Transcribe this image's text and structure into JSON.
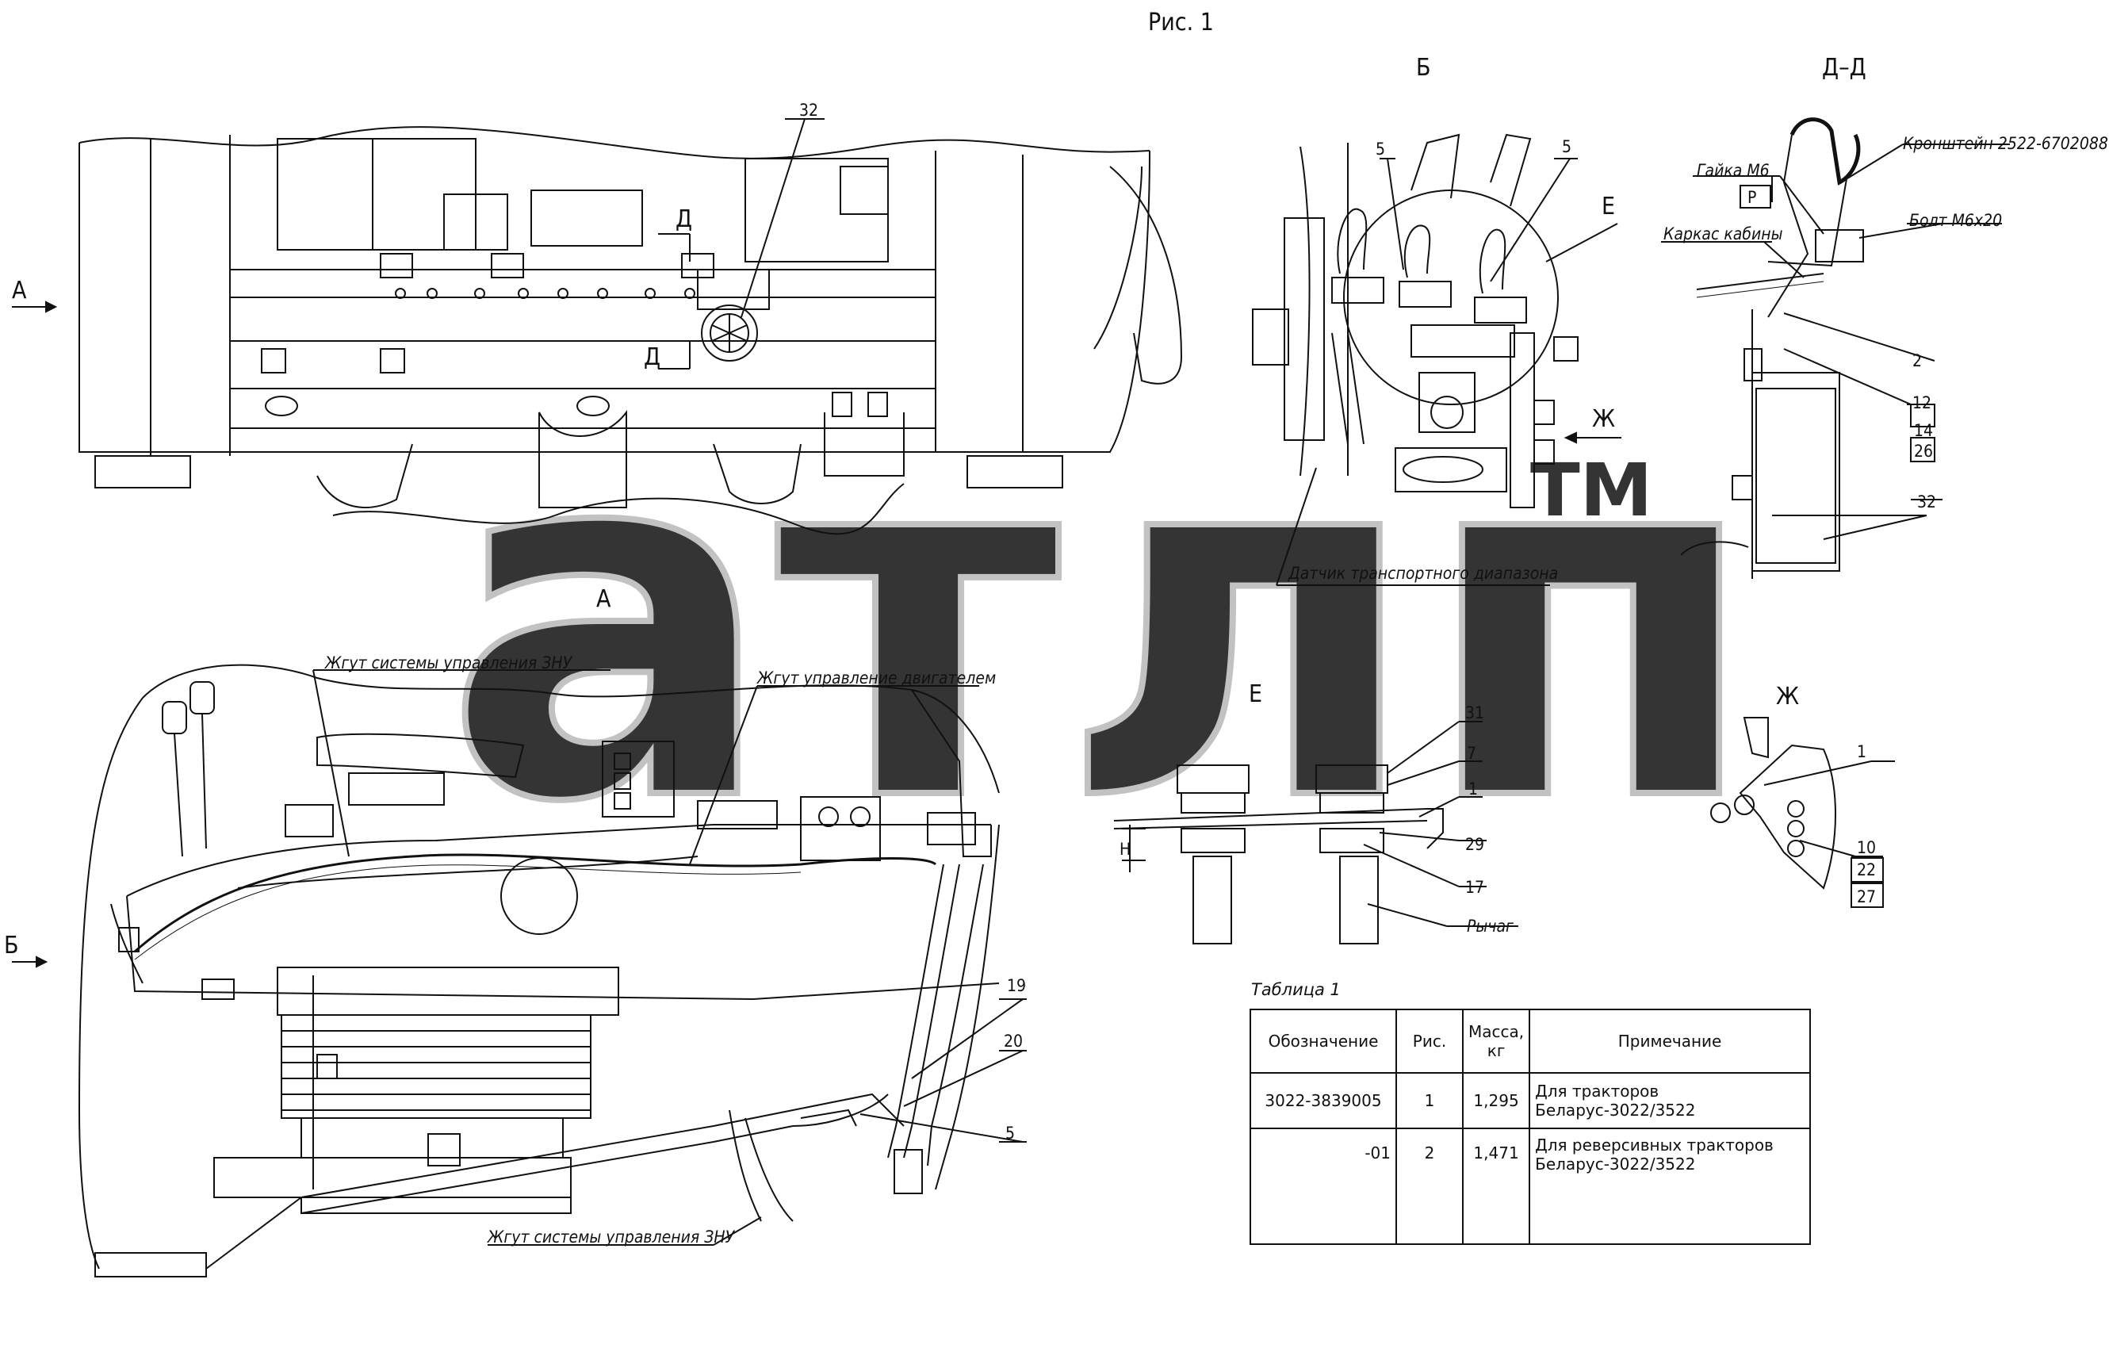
{
  "figure_title": "Рис. 1",
  "view_labels": {
    "a_arrow": "А",
    "b_arrow": "Б",
    "view_a": "А",
    "view_b": "Б",
    "section_dd": "Д–Д",
    "view_e": "Е",
    "view_zh": "Ж",
    "d_top": "Д",
    "d_bottom": "Д",
    "e_circle": "Е",
    "zh_arrow": "Ж"
  },
  "callouts": {
    "top_32": "32",
    "b_5_left": "5",
    "b_5_right": "5",
    "dd_2": "2",
    "dd_12": "12",
    "dd_14": "14",
    "dd_26": "26",
    "dd_32": "32",
    "a_19": "19",
    "a_20": "20",
    "a_5": "5",
    "e_31": "31",
    "e_7": "7",
    "e_1": "1",
    "e_29": "29",
    "e_17": "17",
    "e_h": "Н",
    "zh_1": "1",
    "zh_10": "10",
    "zh_22": "22",
    "zh_27": "27"
  },
  "labels": {
    "bracket": "Кронштейн 2522-6702088",
    "nut": "Гайка М6",
    "nut_class": "Р",
    "bolt": "Болт М6х20",
    "cab_frame": "Каркас кабины",
    "sensor": "Датчик транспортного диапазона",
    "harness_znu_top": "Жгут системы управления ЗНУ",
    "harness_engine": "Жгут управление двигателем",
    "harness_znu_bottom": "Жгут системы управления ЗНУ",
    "lever": "Рычаг"
  },
  "table": {
    "caption": "Таблица 1",
    "headers": [
      "Обозначение",
      "Рис.",
      "Масса, кг",
      "Примечание"
    ],
    "rows": [
      {
        "designation": "3022-3839005",
        "fig": "1",
        "mass": "1,295",
        "note": "Для тракторов Беларус-3022/3522"
      },
      {
        "designation": "-01",
        "fig": "2",
        "mass": "1,471",
        "note": "Для реверсивных тракторов Беларус-3022/3522"
      }
    ]
  },
  "watermark": {
    "text": "атлп",
    "tm": "ТМ",
    "color": "#b5b5b5"
  }
}
